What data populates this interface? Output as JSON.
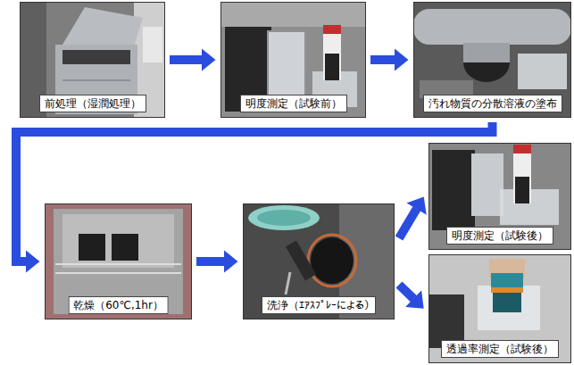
{
  "diagram": {
    "nodes": [
      {
        "text": [
          "前処理（湿潤処理）"
        ]
      },
      {
        "text": [
          "明度測定（試験前）"
        ]
      },
      {
        "text": [
          "汚れ物質の分散溶液の塗布"
        ]
      },
      {
        "text": [
          "乾燥（60℃,1hr）"
        ]
      },
      {
        "text": [
          "洗浄（ｴｱｽﾌﾟﾚｰによる）"
        ]
      },
      {
        "text": [
          "明度測定（試験後）"
        ]
      },
      {
        "text": [
          "透過率測定（試験後）"
        ]
      }
    ],
    "edges": [
      {
        "from": 0,
        "to": 1,
        "arrow": "to"
      },
      {
        "from": 1,
        "to": 2,
        "arrow": "to"
      },
      {
        "from": 2,
        "to": 3,
        "arrow": "to"
      },
      {
        "from": 3,
        "to": 4,
        "arrow": "to"
      },
      {
        "from": 4,
        "to": 5,
        "arrow": "to"
      },
      {
        "from": 4,
        "to": 6,
        "arrow": "to"
      }
    ]
  }
}
